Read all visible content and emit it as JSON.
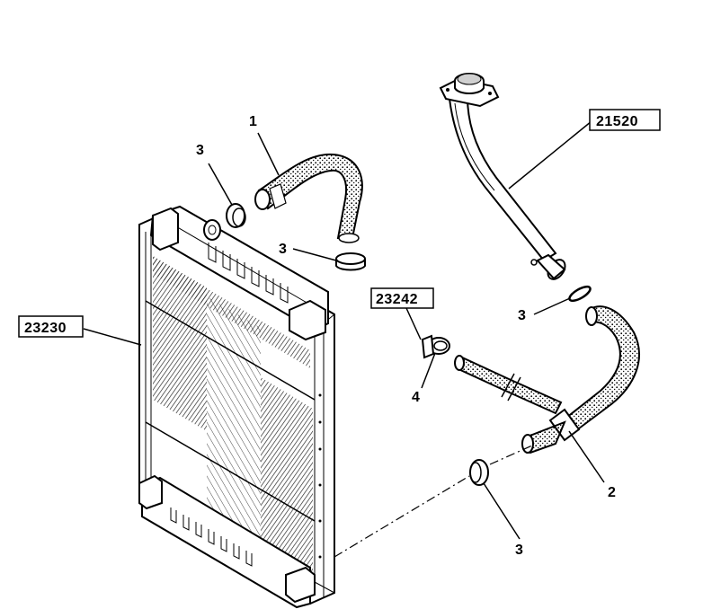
{
  "colors": {
    "ink": "#000000",
    "paper": "#ffffff",
    "hatch": "#1a1a1a"
  },
  "callouts": {
    "hose_upper": "1",
    "hose_lower": "2",
    "ring_top_left": "3",
    "ring_top_mid": "3",
    "ring_right": "3",
    "ring_bottom": "3",
    "clamp": "4"
  },
  "references": {
    "radiator": "23230",
    "filler_pipe": "21520",
    "clamp_group": "23242"
  }
}
